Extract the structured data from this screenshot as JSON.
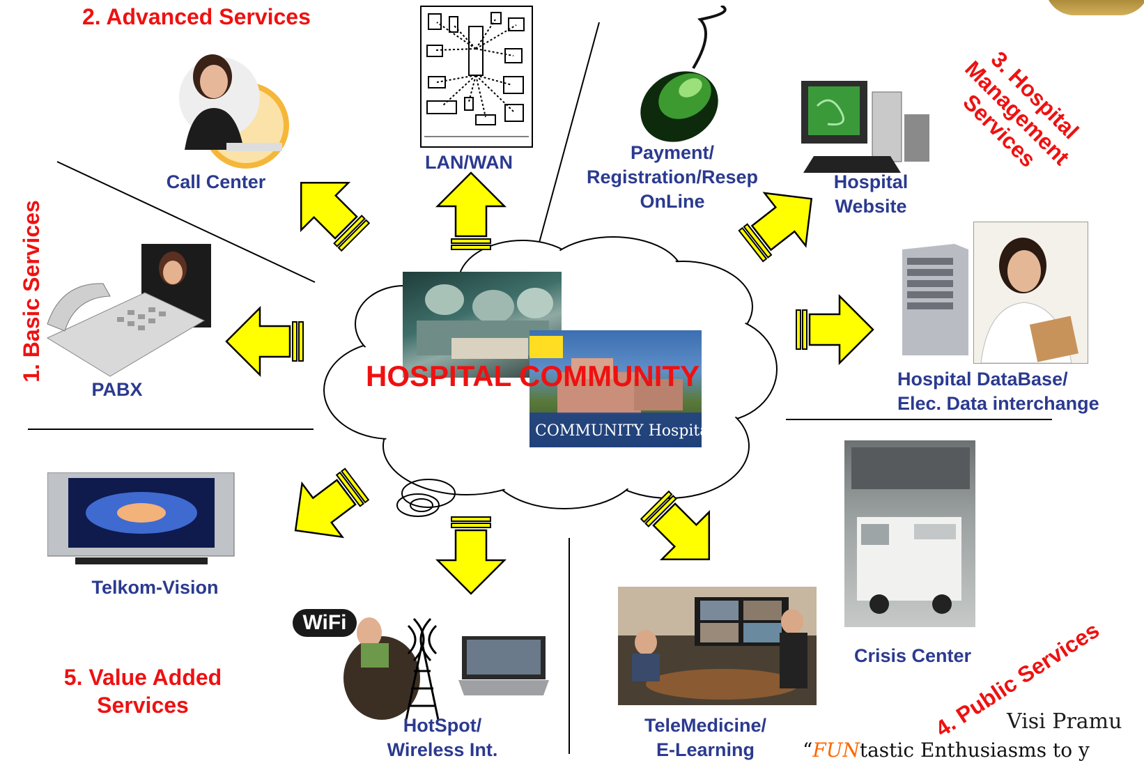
{
  "center": {
    "label": "HOSPITAL COMMUNITY",
    "photo_caption": "COMMUNITY Hospital"
  },
  "categories": {
    "basic": "1. Basic Services",
    "advanced": "2. Advanced Services",
    "hospital_mgmt": [
      "3. Hospital",
      "Management",
      "Services"
    ],
    "public": "4. Public Services",
    "value_added": [
      "5. Value Added",
      "Services"
    ]
  },
  "services": {
    "call_center": "Call Center",
    "lan_wan": "LAN/WAN",
    "payment": [
      "Payment/",
      "Registration/Resep",
      "OnLine"
    ],
    "hospital_website": [
      "Hospital",
      "Website"
    ],
    "hospital_db": [
      "Hospital DataBase/",
      "Elec. Data interchange"
    ],
    "pabx": "PABX",
    "crisis_center": "Crisis Center",
    "telkom_vision": "Telkom-Vision",
    "hotspot": [
      "HotSpot/",
      "Wireless Int."
    ],
    "telemedicine": [
      "TeleMedicine/",
      "E-Learning"
    ],
    "wifi_logo": "WiFi"
  },
  "footer": {
    "vision": "Visi Pramu",
    "tagline_open": "“",
    "tagline_fun": "FUN",
    "tagline_rest": "tastic Enthusiasms to y"
  },
  "colors": {
    "arrow": "#ffff00",
    "accent_red": "#ee1111",
    "label_blue": "#2b3a8f"
  }
}
